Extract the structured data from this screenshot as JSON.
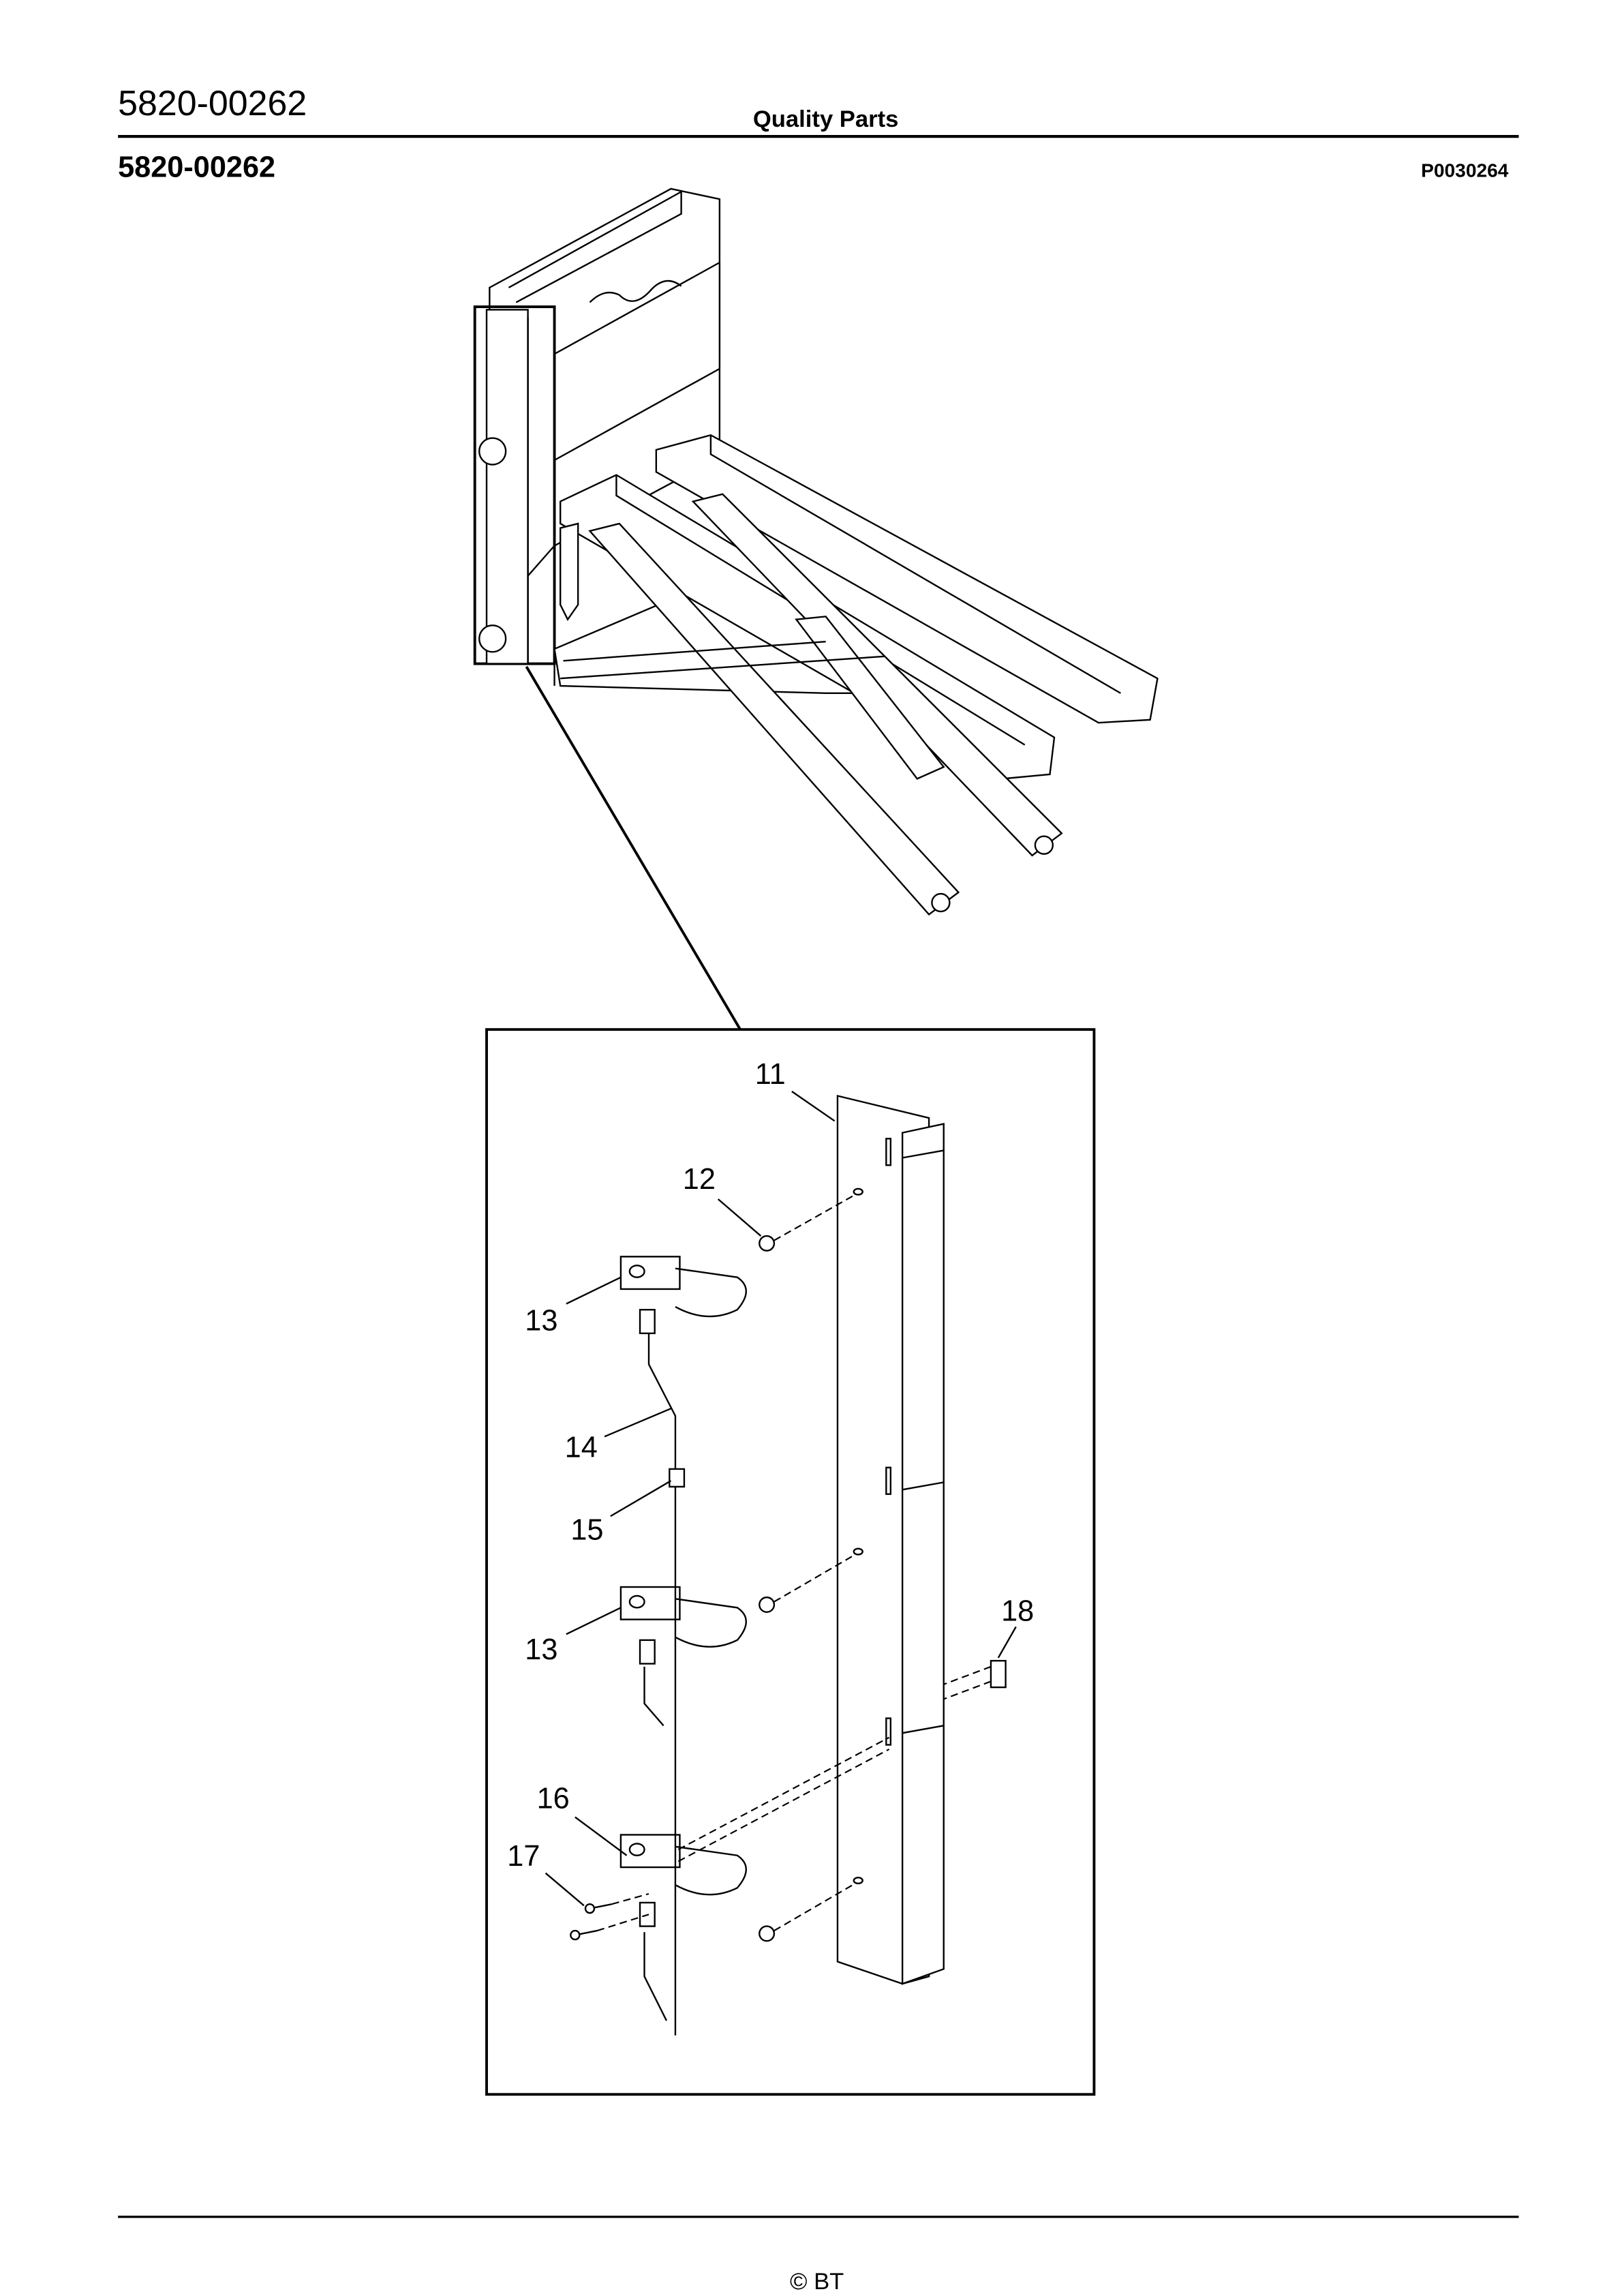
{
  "header": {
    "part_number": "5820-00262",
    "title": "Quality Parts"
  },
  "subheader": {
    "part_number": "5820-00262",
    "drawing_id": "P0030264"
  },
  "callouts": [
    "11",
    "12",
    "13",
    "14",
    "15",
    "13",
    "16",
    "17",
    "18"
  ],
  "footer": {
    "copyright": "© BT"
  }
}
